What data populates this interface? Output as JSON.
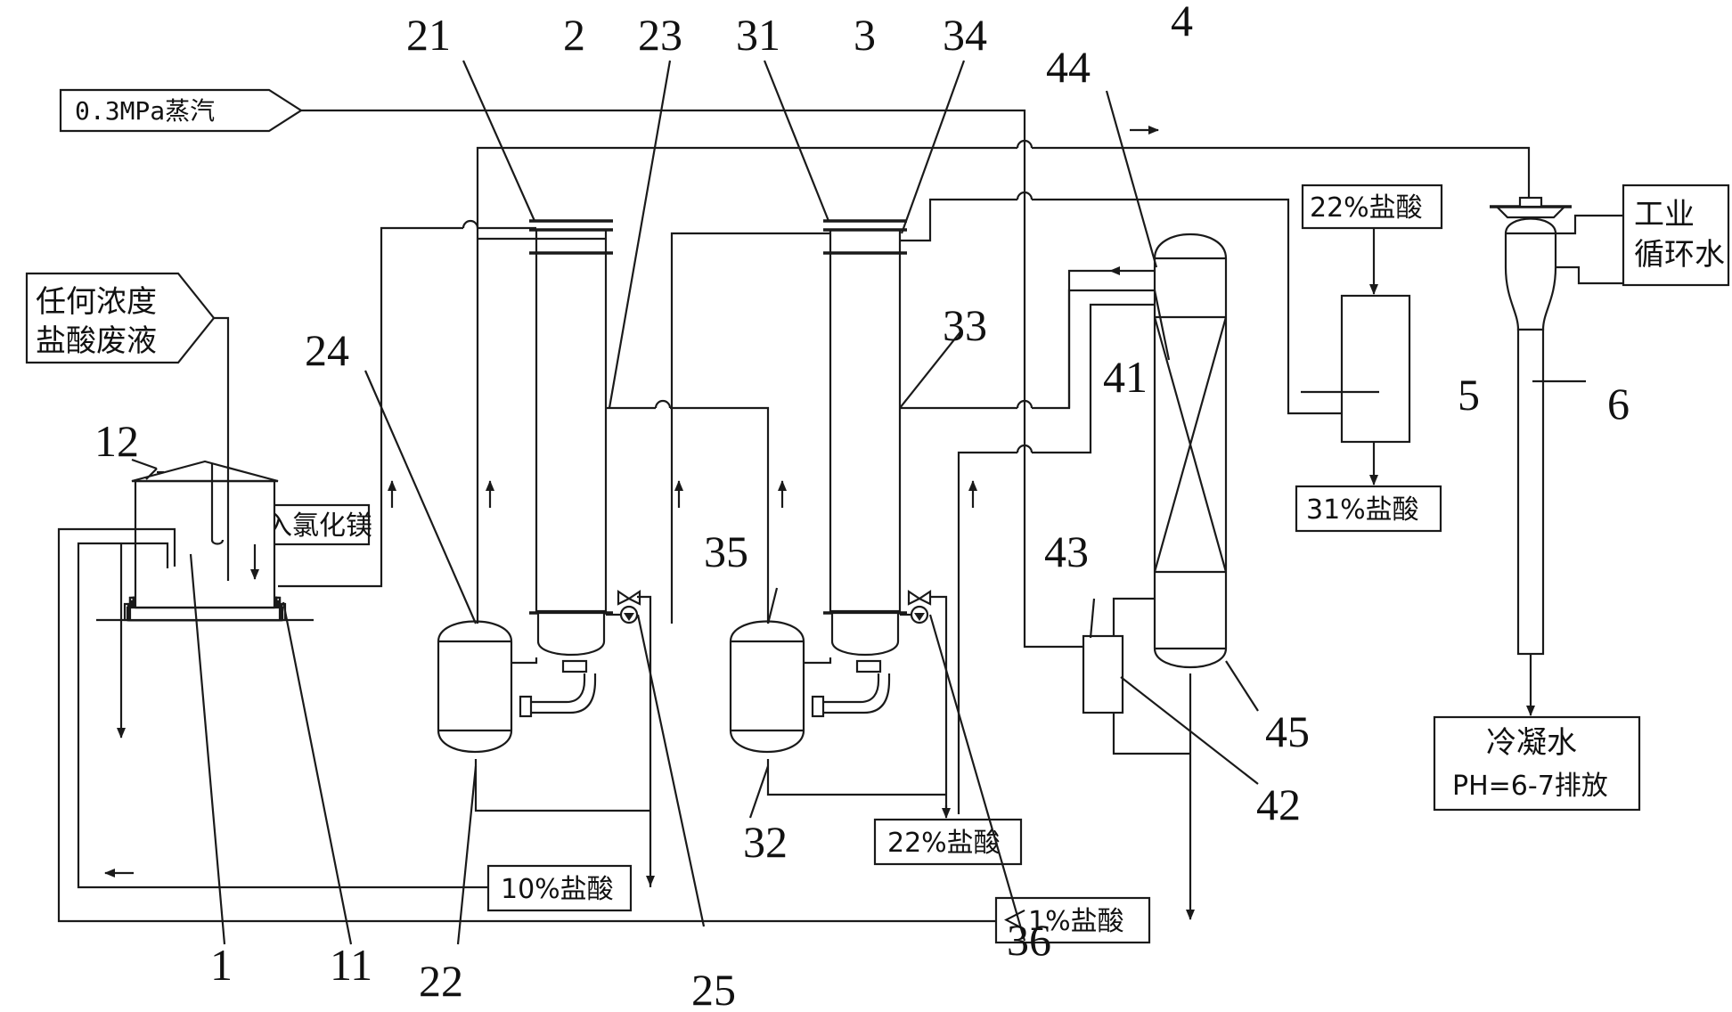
{
  "inputs": {
    "steam": "0.3MPa蒸汽",
    "waste_acid_line1": "任何浓度",
    "waste_acid_line2": "盐酸废液",
    "mgcl2": "加入氯化镁",
    "cooling_water_line1": "工业",
    "cooling_water_line2": "循环水",
    "acid_22_in": "22%盐酸"
  },
  "outputs": {
    "acid_31": "31%盐酸",
    "acid_22": "22%盐酸",
    "acid_10": "10%盐酸",
    "acid_lt1": "＜1%盐酸",
    "condensate_line1": "冷凝水",
    "condensate_line2": "PH=6-7排放"
  },
  "numbers": {
    "n1": "1",
    "n11": "11",
    "n12": "12",
    "n2": "2",
    "n21": "21",
    "n22": "22",
    "n23": "23",
    "n24": "24",
    "n25": "25",
    "n3": "3",
    "n31": "31",
    "n32": "32",
    "n33": "33",
    "n34": "34",
    "n35": "35",
    "n36": "36",
    "n4": "4",
    "n41": "41",
    "n42": "42",
    "n43": "43",
    "n44": "44",
    "n45": "45",
    "n5": "5",
    "n6": "6"
  }
}
